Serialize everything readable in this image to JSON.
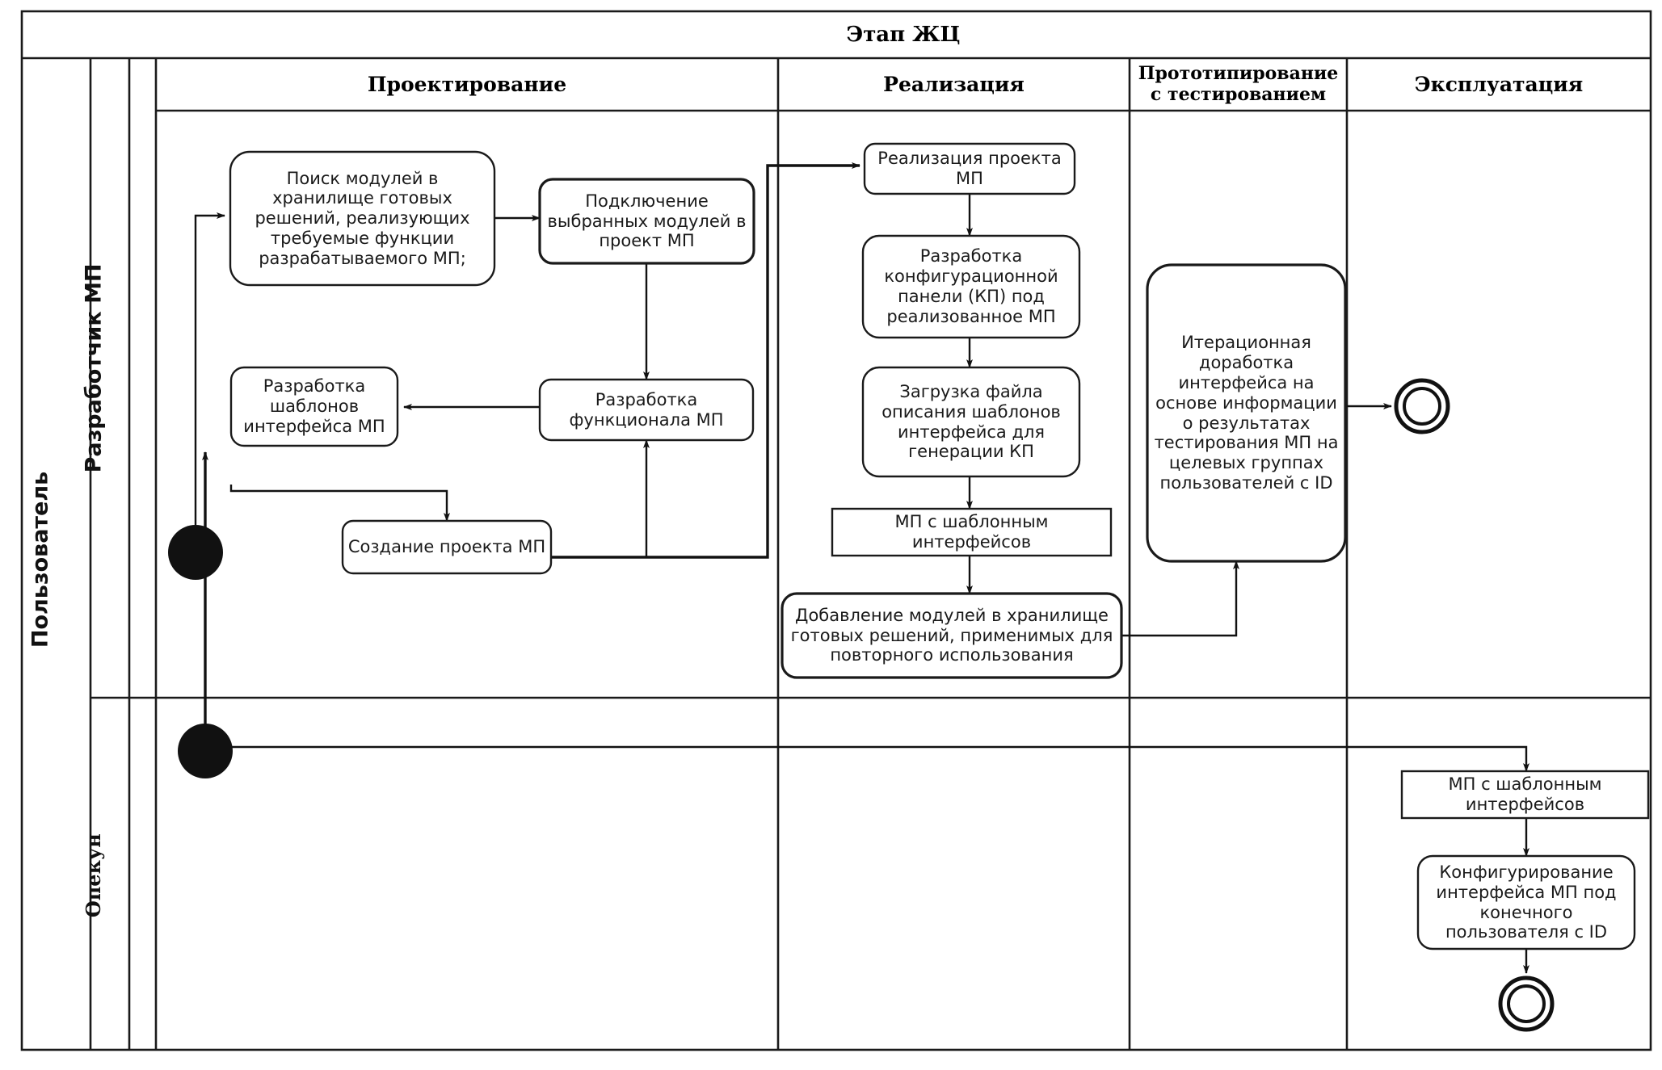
{
  "diagram": {
    "type": "uml-activity-swimlane",
    "title_band": {
      "label": "Этап ЖЦ"
    },
    "colors": {
      "stroke": "#1a1a1a",
      "fill": "#ffffff",
      "text": "#1a1a1a",
      "background": "#ffffff"
    },
    "columns": [
      {
        "id": "design",
        "label": "Проектирование"
      },
      {
        "id": "implement",
        "label": "Реализация"
      },
      {
        "id": "prototyping",
        "label": "Прототипирование с тестированием"
      },
      {
        "id": "operation",
        "label": "Эксплуатация"
      }
    ],
    "actor_label": "Пользователь",
    "lanes": [
      {
        "id": "developer",
        "label": "Разработчик МП"
      },
      {
        "id": "guardian",
        "label": "Опекун"
      }
    ],
    "nodes": [
      {
        "id": "start-1",
        "kind": "initial-node",
        "label": "",
        "column": "design",
        "lane": "developer"
      },
      {
        "id": "start-2",
        "kind": "initial-node",
        "label": "",
        "column": "design",
        "lane": "guardian"
      },
      {
        "id": "act-search",
        "kind": "action",
        "column": "design",
        "lane": "developer",
        "label": "Поиск модулей в хранилище готовых решений, реализующих требуемые функции разрабатываемого МП;"
      },
      {
        "id": "act-connect",
        "kind": "action",
        "column": "design",
        "lane": "developer",
        "label": "Подключение выбранных модулей в проект МП"
      },
      {
        "id": "act-templates",
        "kind": "action",
        "column": "design",
        "lane": "developer",
        "label": "Разработка шаблонов интерфейса МП"
      },
      {
        "id": "act-functional",
        "kind": "action",
        "column": "design",
        "lane": "developer",
        "label": "Разработка функционала МП"
      },
      {
        "id": "act-create",
        "kind": "action",
        "column": "design",
        "lane": "developer",
        "label": "Создание проекта МП"
      },
      {
        "id": "act-impl",
        "kind": "action",
        "column": "implement",
        "lane": "developer",
        "label": "Реализация проекта МП"
      },
      {
        "id": "act-confpanel",
        "kind": "action",
        "column": "implement",
        "lane": "developer",
        "label": "Разработка конфигурационной панели (КП) под реализованное МП"
      },
      {
        "id": "act-loadfile",
        "kind": "action",
        "column": "implement",
        "lane": "developer",
        "label": "Загрузка файла описания шаблонов интерфейса для генерации КП"
      },
      {
        "id": "obj-mp-1",
        "kind": "object",
        "column": "implement",
        "lane": "developer",
        "label": "МП с шаблонным интерфейсов"
      },
      {
        "id": "act-addmod",
        "kind": "action",
        "column": "implement",
        "lane": "developer",
        "label": "Добавление модулей в хранилище готовых решений, применимых для повторного использования"
      },
      {
        "id": "act-iterative",
        "kind": "action",
        "column": "prototyping",
        "lane": "developer",
        "label": "Итерационная доработка интерфейса на основе информации о результатах тестирования МП на целевых группах пользователей с ID"
      },
      {
        "id": "end-1",
        "kind": "final-node",
        "label": "",
        "column": "operation",
        "lane": "developer"
      },
      {
        "id": "obj-mp-2",
        "kind": "object",
        "column": "operation",
        "lane": "guardian",
        "label": "МП с шаблонным интерфейсов"
      },
      {
        "id": "act-configure",
        "kind": "action",
        "column": "operation",
        "lane": "guardian",
        "label": "Конфигурирование интерфейса МП под конечного пользователя с ID"
      },
      {
        "id": "end-2",
        "kind": "final-node",
        "label": "",
        "column": "operation",
        "lane": "guardian"
      }
    ],
    "edges": [
      {
        "from": "start-1",
        "to": "act-search"
      },
      {
        "from": "act-search",
        "to": "act-connect"
      },
      {
        "from": "act-connect",
        "to": "act-functional"
      },
      {
        "from": "act-functional",
        "to": "act-templates"
      },
      {
        "from": "act-templates",
        "to": "act-create"
      },
      {
        "from": "act-create",
        "to": "act-impl"
      },
      {
        "from": "act-create",
        "to": "act-functional"
      },
      {
        "from": "start-2",
        "to": "act-templates"
      },
      {
        "from": "start-2",
        "to": "obj-mp-2"
      },
      {
        "from": "act-impl",
        "to": "act-confpanel"
      },
      {
        "from": "act-confpanel",
        "to": "act-loadfile"
      },
      {
        "from": "act-loadfile",
        "to": "obj-mp-1"
      },
      {
        "from": "obj-mp-1",
        "to": "act-addmod"
      },
      {
        "from": "act-addmod",
        "to": "act-iterative"
      },
      {
        "from": "act-iterative",
        "to": "end-1"
      },
      {
        "from": "obj-mp-2",
        "to": "act-configure"
      },
      {
        "from": "act-configure",
        "to": "end-2"
      }
    ]
  }
}
